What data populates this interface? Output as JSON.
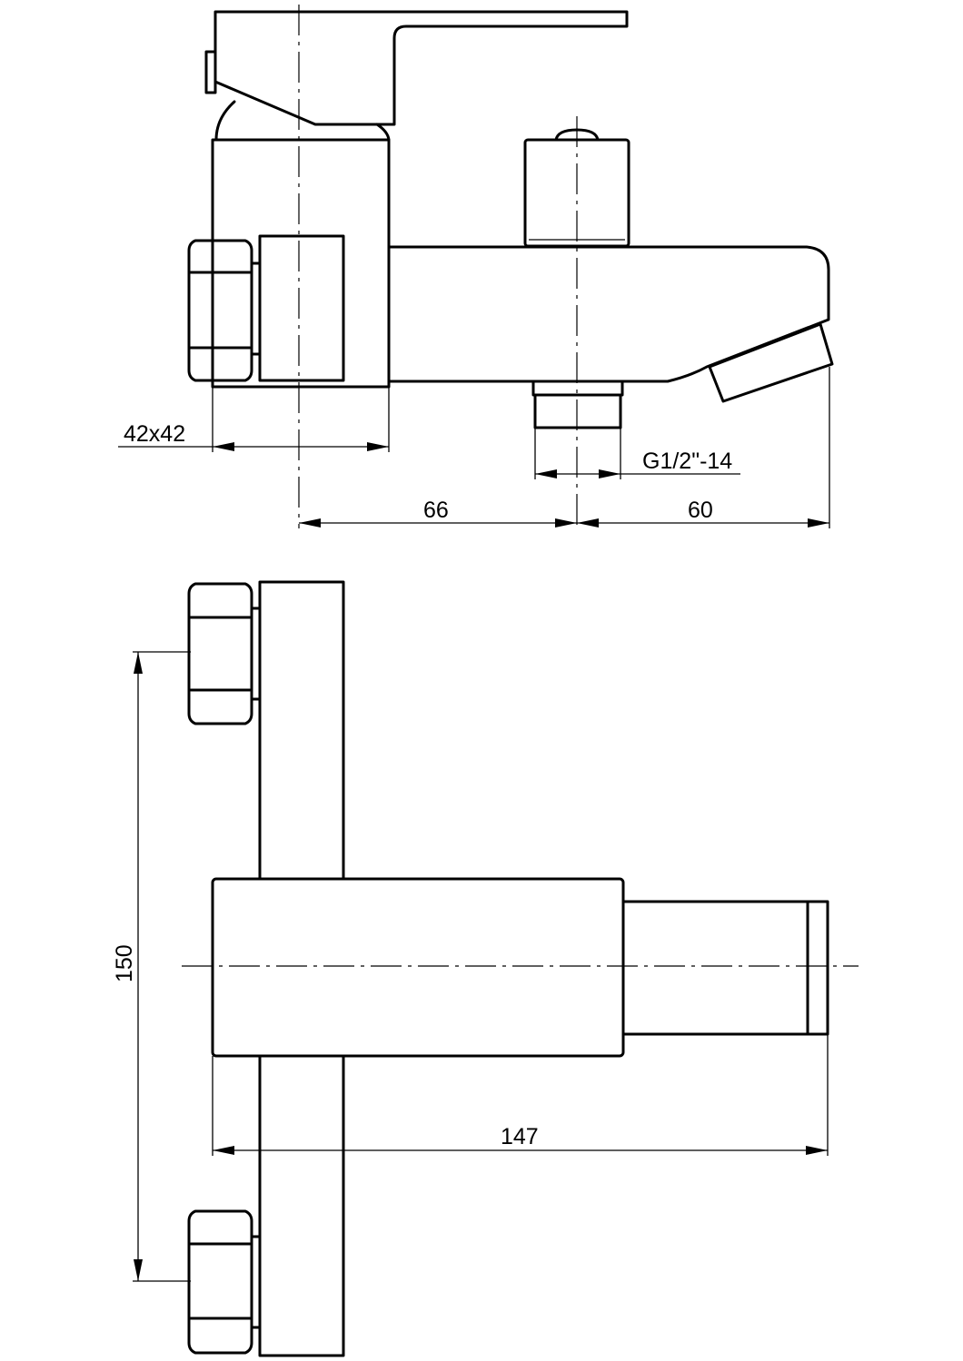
{
  "dimensions": {
    "wrench_size": "42x42",
    "outlet_thread": "G1/2\"-14",
    "axis_to_diverter": "66",
    "diverter_to_spout": "60",
    "inlet_spacing": "150",
    "overall_depth": "147"
  }
}
